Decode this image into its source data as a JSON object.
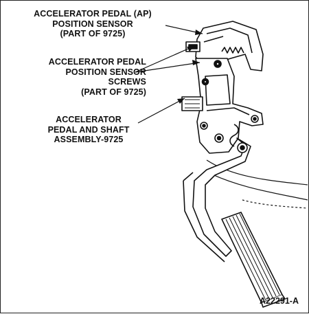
{
  "callouts": {
    "ap_sensor": [
      "ACCELERATOR PEDAL (AP)",
      "POSITION SENSOR",
      "(PART OF 9725)"
    ],
    "sensor_screws": [
      "ACCELERATOR PEDAL",
      "POSITION SENSOR",
      "SCREWS",
      "(PART OF 9725)"
    ],
    "pedal_assembly": [
      "ACCELERATOR",
      "PEDAL AND SHAFT",
      "ASSEMBLY-9725"
    ]
  },
  "figure_ref": "A22291-A",
  "colors": {
    "ink": "#111111",
    "paper": "#ffffff",
    "shade": "#9a9a9a"
  }
}
